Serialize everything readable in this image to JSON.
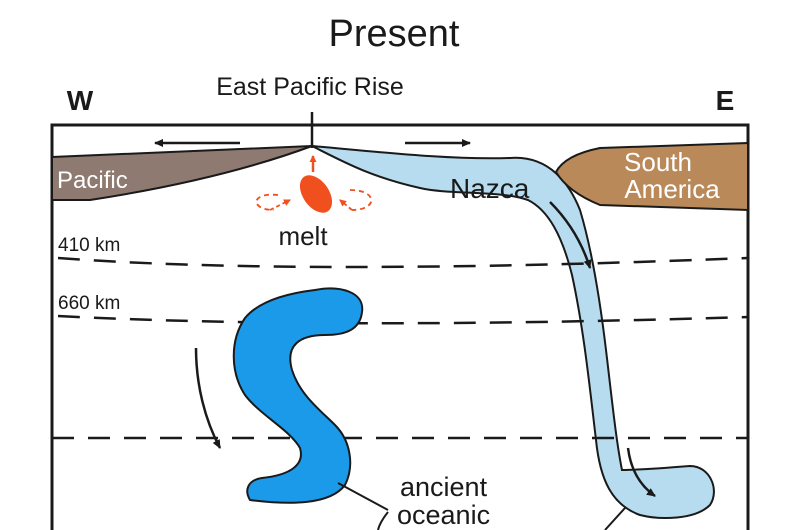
{
  "title": "Present",
  "labels": {
    "west": "W",
    "east": "E",
    "ridge": "East Pacific Rise",
    "pacific": "Pacific",
    "nazca": "Nazca",
    "south_america_line1": "South",
    "south_america_line2": "America",
    "melt": "melt",
    "depth_410": "410 km",
    "depth_660": "660 km",
    "ancient_line1": "ancient",
    "ancient_line2": "oceanic"
  },
  "colors": {
    "pacific_plate": "#8e7a70",
    "nazca_plate": "#b7dcef",
    "south_america": "#b9895a",
    "ancient_slab": "#1a9ae8",
    "melt": "#f0501e",
    "outline": "#1a1a1a"
  }
}
